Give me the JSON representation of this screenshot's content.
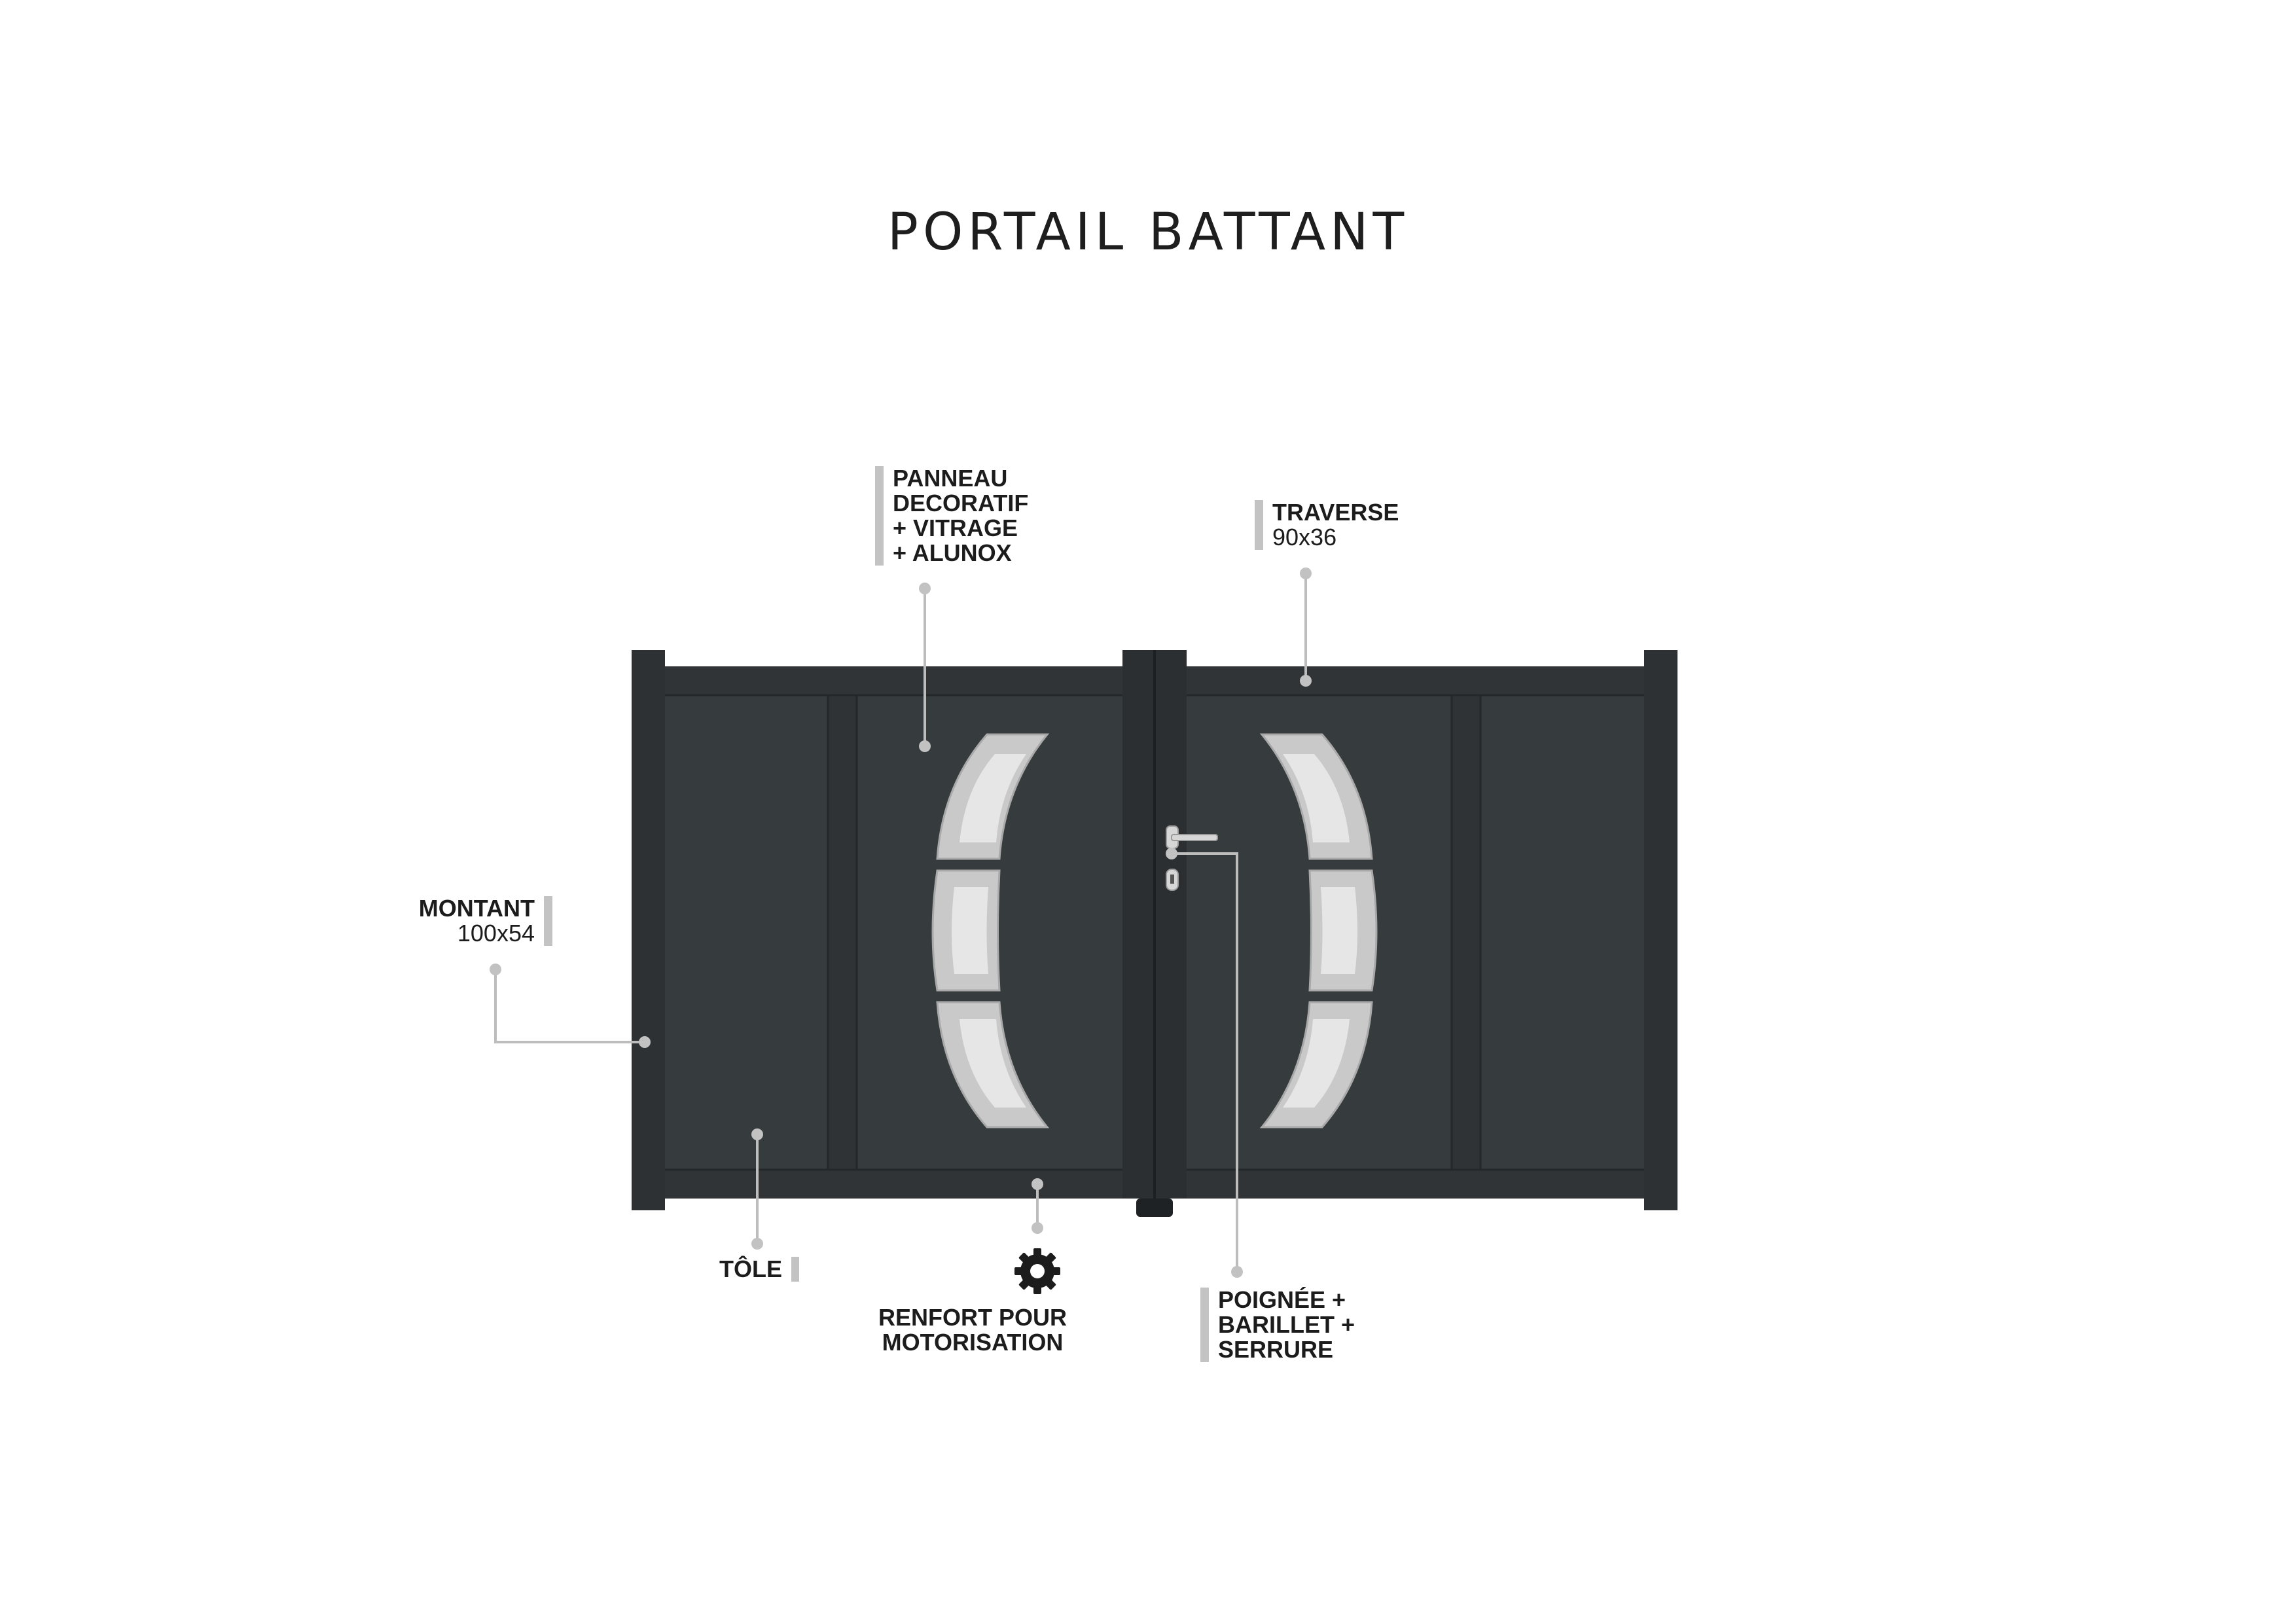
{
  "title": "PORTAIL BATTANT",
  "colors": {
    "gate": "#363b3e",
    "gate_dark": "#2b2f32",
    "leader": "#bdbdbd",
    "glass": "#dcdcdc",
    "label_bar": "#c3c3c3"
  },
  "labels": {
    "panneau": [
      "PANNEAU",
      "DECORATIF",
      "+ VITRAGE",
      "+ ALUNOX"
    ],
    "traverse": {
      "name": "TRAVERSE",
      "dim": "90x36"
    },
    "montant": {
      "name": "MONTANT",
      "dim": "100x54"
    },
    "tole": "TÔLE",
    "renfort": [
      "RENFORT POUR",
      "MOTORISATION"
    ],
    "poignee": [
      "POIGNÉE +",
      "BARILLET +",
      "SERRURE"
    ]
  },
  "icons": {
    "renfort": "gear-icon",
    "handle": "handle-icon"
  }
}
